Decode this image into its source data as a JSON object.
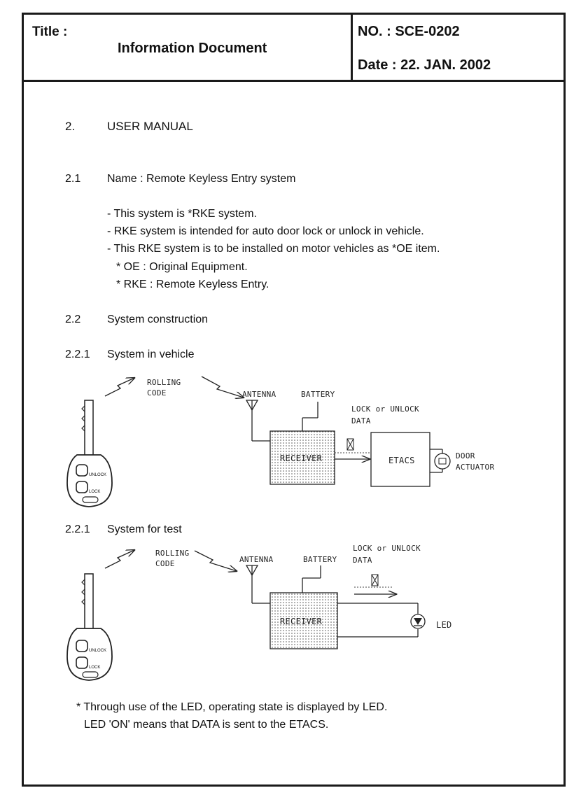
{
  "header": {
    "title_label": "Title :",
    "title": "Information Document",
    "doc_no": "NO.  : SCE-0202",
    "date": "Date : 22. JAN. 2002"
  },
  "section": {
    "num": "2.",
    "title": "USER MANUAL"
  },
  "s21": {
    "num": "2.1",
    "title": "Name : Remote Keyless Entry system",
    "lines": [
      "- This system is *RKE system.",
      "- RKE system is intended for auto door lock or unlock in vehicle.",
      "- This RKE system is to be installed on motor vehicles as *OE item.",
      "* OE : Original Equipment.",
      "* RKE : Remote Keyless Entry."
    ]
  },
  "s22": {
    "num": "2.2",
    "title": "System construction"
  },
  "s221": {
    "num": "2.2.1",
    "title": "System in vehicle"
  },
  "s222": {
    "num": "2.2.1",
    "title": "System for test"
  },
  "diagram_labels": {
    "rolling": "ROLLING",
    "code": "CODE",
    "antenna": "ANTENNA",
    "battery": "BATTERY",
    "lock_or_unlock": "LOCK or UNLOCK",
    "data": "DATA",
    "receiver": "RECEIVER",
    "etacs": "ETACS",
    "door": "DOOR",
    "actuator": "ACTUATOR",
    "led": "LED",
    "unlock_btn": "UNLOCK",
    "lock_btn": "LOCK"
  },
  "note": [
    "* Through use of the LED, operating state is displayed by LED.",
    "LED 'ON' means that DATA is sent  to the ETACS."
  ]
}
